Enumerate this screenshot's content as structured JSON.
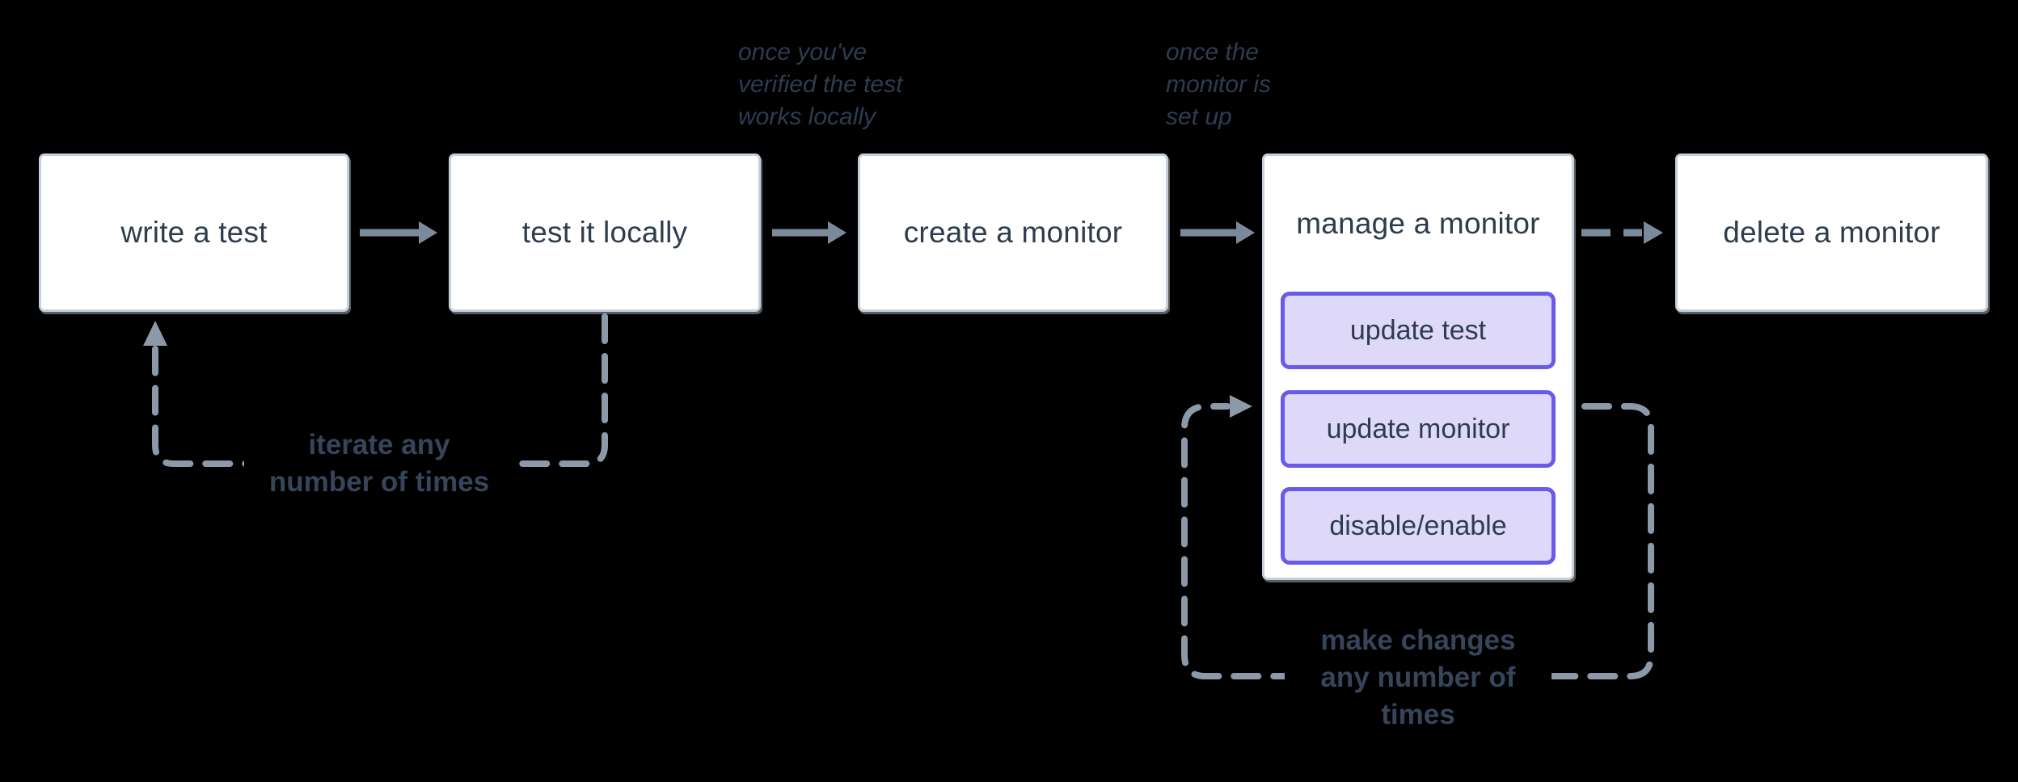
{
  "colors": {
    "background": "#000000",
    "node_bg": "#ffffff",
    "node_border": "#c6d0dc",
    "node_text": "#2e3c4e",
    "arrow": "#7b8a9b",
    "dash": "#8b99a9",
    "loop_label_text": "#36455a",
    "annotation_text": "#2d3c51",
    "accent_border": "#695ae9",
    "accent_bg": "#ded9f8"
  },
  "diagram": {
    "type": "flowchart",
    "nodes": [
      {
        "id": "write-test",
        "label": "write a test"
      },
      {
        "id": "test-locally",
        "label": "test it locally"
      },
      {
        "id": "create-monitor",
        "label": "create a monitor"
      },
      {
        "id": "manage-monitor",
        "label": "manage a monitor",
        "actions": [
          "update test",
          "update monitor",
          "disable/enable"
        ]
      },
      {
        "id": "delete-monitor",
        "label": "delete a monitor"
      }
    ],
    "edges": [
      {
        "from": "write-test",
        "to": "test-locally",
        "style": "solid"
      },
      {
        "from": "test-locally",
        "to": "create-monitor",
        "style": "solid"
      },
      {
        "from": "create-monitor",
        "to": "manage-monitor",
        "style": "solid"
      },
      {
        "from": "manage-monitor",
        "to": "delete-monitor",
        "style": "dashed"
      },
      {
        "from": "test-locally",
        "to": "write-test",
        "style": "dashed-loop",
        "label": "iterate any\nnumber of times"
      },
      {
        "from": "manage-monitor",
        "to": "manage-monitor",
        "style": "dashed-loop",
        "label": "make changes\nany number of\ntimes"
      }
    ],
    "annotations": {
      "verified": "once you've\nverified the test\nworks locally",
      "setup": "once the\nmonitor is\nset up"
    },
    "loop_labels": {
      "iterate": "iterate any\nnumber of times",
      "changes": "make changes\nany number of\ntimes"
    }
  }
}
